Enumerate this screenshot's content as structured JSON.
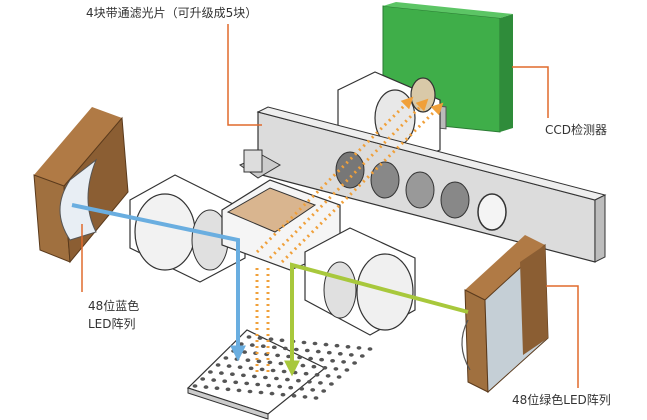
{
  "labels": {
    "filters": "4块带通滤光片（可升级成5块）",
    "ccd": "CCD检测器",
    "blue_led_line1": "48位蓝色",
    "blue_led_line2": "LED阵列",
    "green_led": "48位绿色LED阵列"
  },
  "colors": {
    "leader_line": "#e06a2c",
    "blue_beam": "#6aaee0",
    "green_beam": "#a8c83c",
    "emission_beam": "#f0a03a",
    "ccd_green": "#3fae49",
    "led_panel_brown": "#a0703f",
    "rail_gray": "#cfcfcf"
  }
}
